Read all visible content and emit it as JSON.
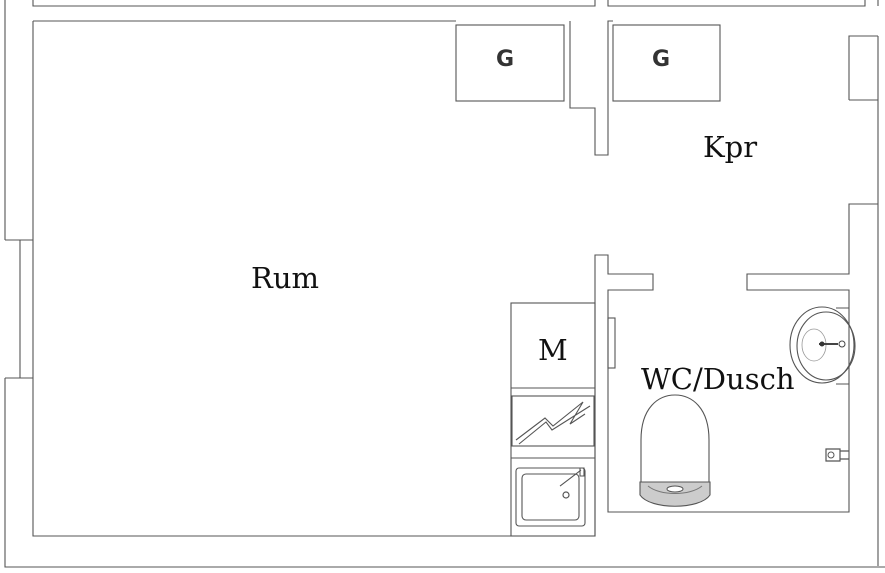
{
  "rooms": {
    "living": "Rum",
    "closet": "Kpr",
    "kitchen_unit": "M",
    "bathroom": "WC/Dusch"
  },
  "wardrobes": [
    "G",
    "G"
  ],
  "colors": {
    "wall_stroke": "#444444",
    "background": "#ffffff",
    "text": "#111111"
  },
  "fixtures": [
    "stove-icon",
    "kitchen-sink-icon",
    "toilet-icon",
    "wash-basin-icon",
    "shower-tap-icon"
  ]
}
